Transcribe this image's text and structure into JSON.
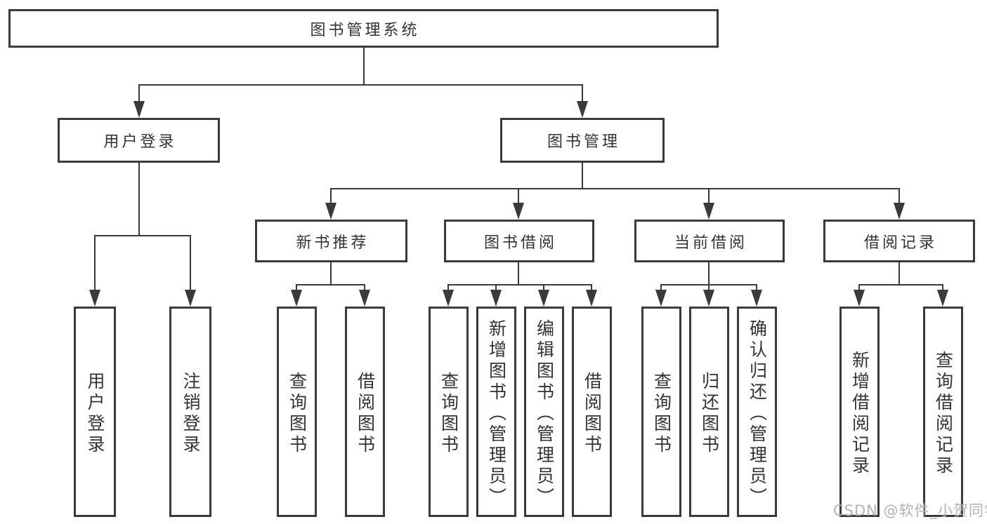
{
  "diagram_type": "tree-structure-chart",
  "nodes": {
    "root": "图书管理系统",
    "user_login": "用户登录",
    "book_management": "图书管理",
    "new_book_recommend": "新书推荐",
    "book_borrowing": "图书借阅",
    "current_borrowing": "当前借阅",
    "borrow_records": "借阅记录",
    "leaf_user_login": "用户登录",
    "leaf_logout": "注销登录",
    "leaf_nb_query_books": "查询图书",
    "leaf_nb_borrow_books": "借阅图书",
    "leaf_bb_query_books": "查询图书",
    "leaf_bb_add_books_admin": "新增图书（管理员）",
    "leaf_bb_edit_books_admin": "编辑图书（管理员）",
    "leaf_bb_borrow_books": "借阅图书",
    "leaf_cb_query_books": "查询图书",
    "leaf_cb_return_books": "归还图书",
    "leaf_cb_confirm_return_admin": "确认归还（管理员）",
    "leaf_br_add_record": "新增借阅记录",
    "leaf_br_query_record": "查询借阅记录"
  },
  "watermark": "CSDN @软件_小贺同学",
  "colors": {
    "line": "#3a3a3a",
    "text": "#333333",
    "watermark": "#b3b3b3",
    "background": "#ffffff"
  }
}
